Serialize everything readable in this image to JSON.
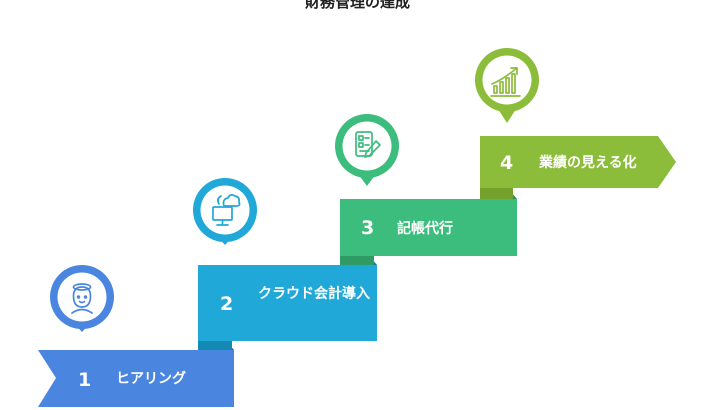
{
  "diagram": {
    "title": "財務管理の達成",
    "steps": [
      {
        "number": "1",
        "label": "ヒアリング",
        "color": "#4a86e0",
        "icon": "person-icon"
      },
      {
        "number": "2",
        "label": "クラウド会計導入",
        "color": "#20a8d8",
        "icon": "cloud-computer-icon"
      },
      {
        "number": "3",
        "label": "記帳代行",
        "color": "#3dbd7d",
        "icon": "checklist-pen-icon"
      },
      {
        "number": "4",
        "label": "業績の見える化",
        "color": "#8cbd3a",
        "icon": "growth-chart-icon"
      }
    ]
  }
}
